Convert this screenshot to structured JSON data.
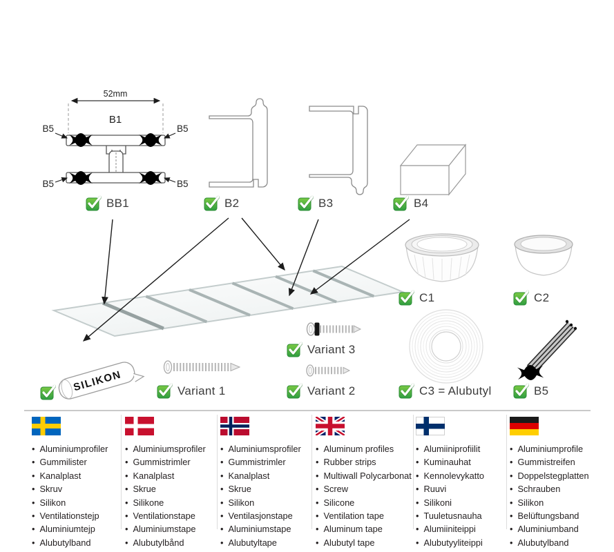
{
  "diagram": {
    "dimension_label": "52mm",
    "profile_label": "B1",
    "gasket_label": "B5",
    "silicone_label": "SILIKON",
    "badges": {
      "bb1": "BB1",
      "b2": "B2",
      "b3": "B3",
      "b4": "B4",
      "c1": "C1",
      "c2": "C2",
      "variant1": "Variant 1",
      "variant2": "Variant 2",
      "variant3": "Variant 3",
      "c3": "C3 = Alubutyl",
      "b5": "B5"
    }
  },
  "colors": {
    "check_green_light": "#7ac943",
    "check_green_dark": "#2f9e41",
    "text": "#231f20"
  },
  "languages": [
    {
      "name": "swedish",
      "items": [
        "Aluminiumprofiler",
        "Gummilister",
        "Kanalplast",
        "Skruv",
        "Silikon",
        "Ventilationstejp",
        "Aluminiumtejp",
        "Alubutylband"
      ]
    },
    {
      "name": "danish",
      "items": [
        "Aluminiumsprofiler",
        "Gummistrimler",
        "Kanalplast",
        "Skrue",
        "Silikone",
        "Ventilationstape",
        "Aluminiumstape",
        "Alubutylbånd"
      ]
    },
    {
      "name": "norwegian",
      "items": [
        "Aluminiumsprofiler",
        "Gummistrimler",
        "Kanalplast",
        "Skrue",
        "Silikon",
        "Ventilasjonstape",
        "Aluminiumstape",
        "Alubutyltape"
      ]
    },
    {
      "name": "english",
      "items": [
        "Aluminum profiles",
        "Rubber strips",
        "Multiwall Polycarbonat",
        "Screw",
        "Silicone",
        "Ventilation tape",
        "Aluminum tape",
        "Alubutyl tape"
      ]
    },
    {
      "name": "finnish",
      "items": [
        "Alumiiniprofiilit",
        "Kuminauhat",
        "Kennolevykatto",
        "Ruuvi",
        "Silikoni",
        "Tuuletusnauha",
        "Alumiiniteippi",
        "Alubutyyliteippi"
      ]
    },
    {
      "name": "german",
      "items": [
        "Aluminiumprofile",
        "Gummistreifen",
        "Doppelstegplatten",
        "Schrauben",
        "Silikon",
        "Belüftungsband",
        "Aluminiumband",
        "Alubutylband"
      ]
    }
  ]
}
